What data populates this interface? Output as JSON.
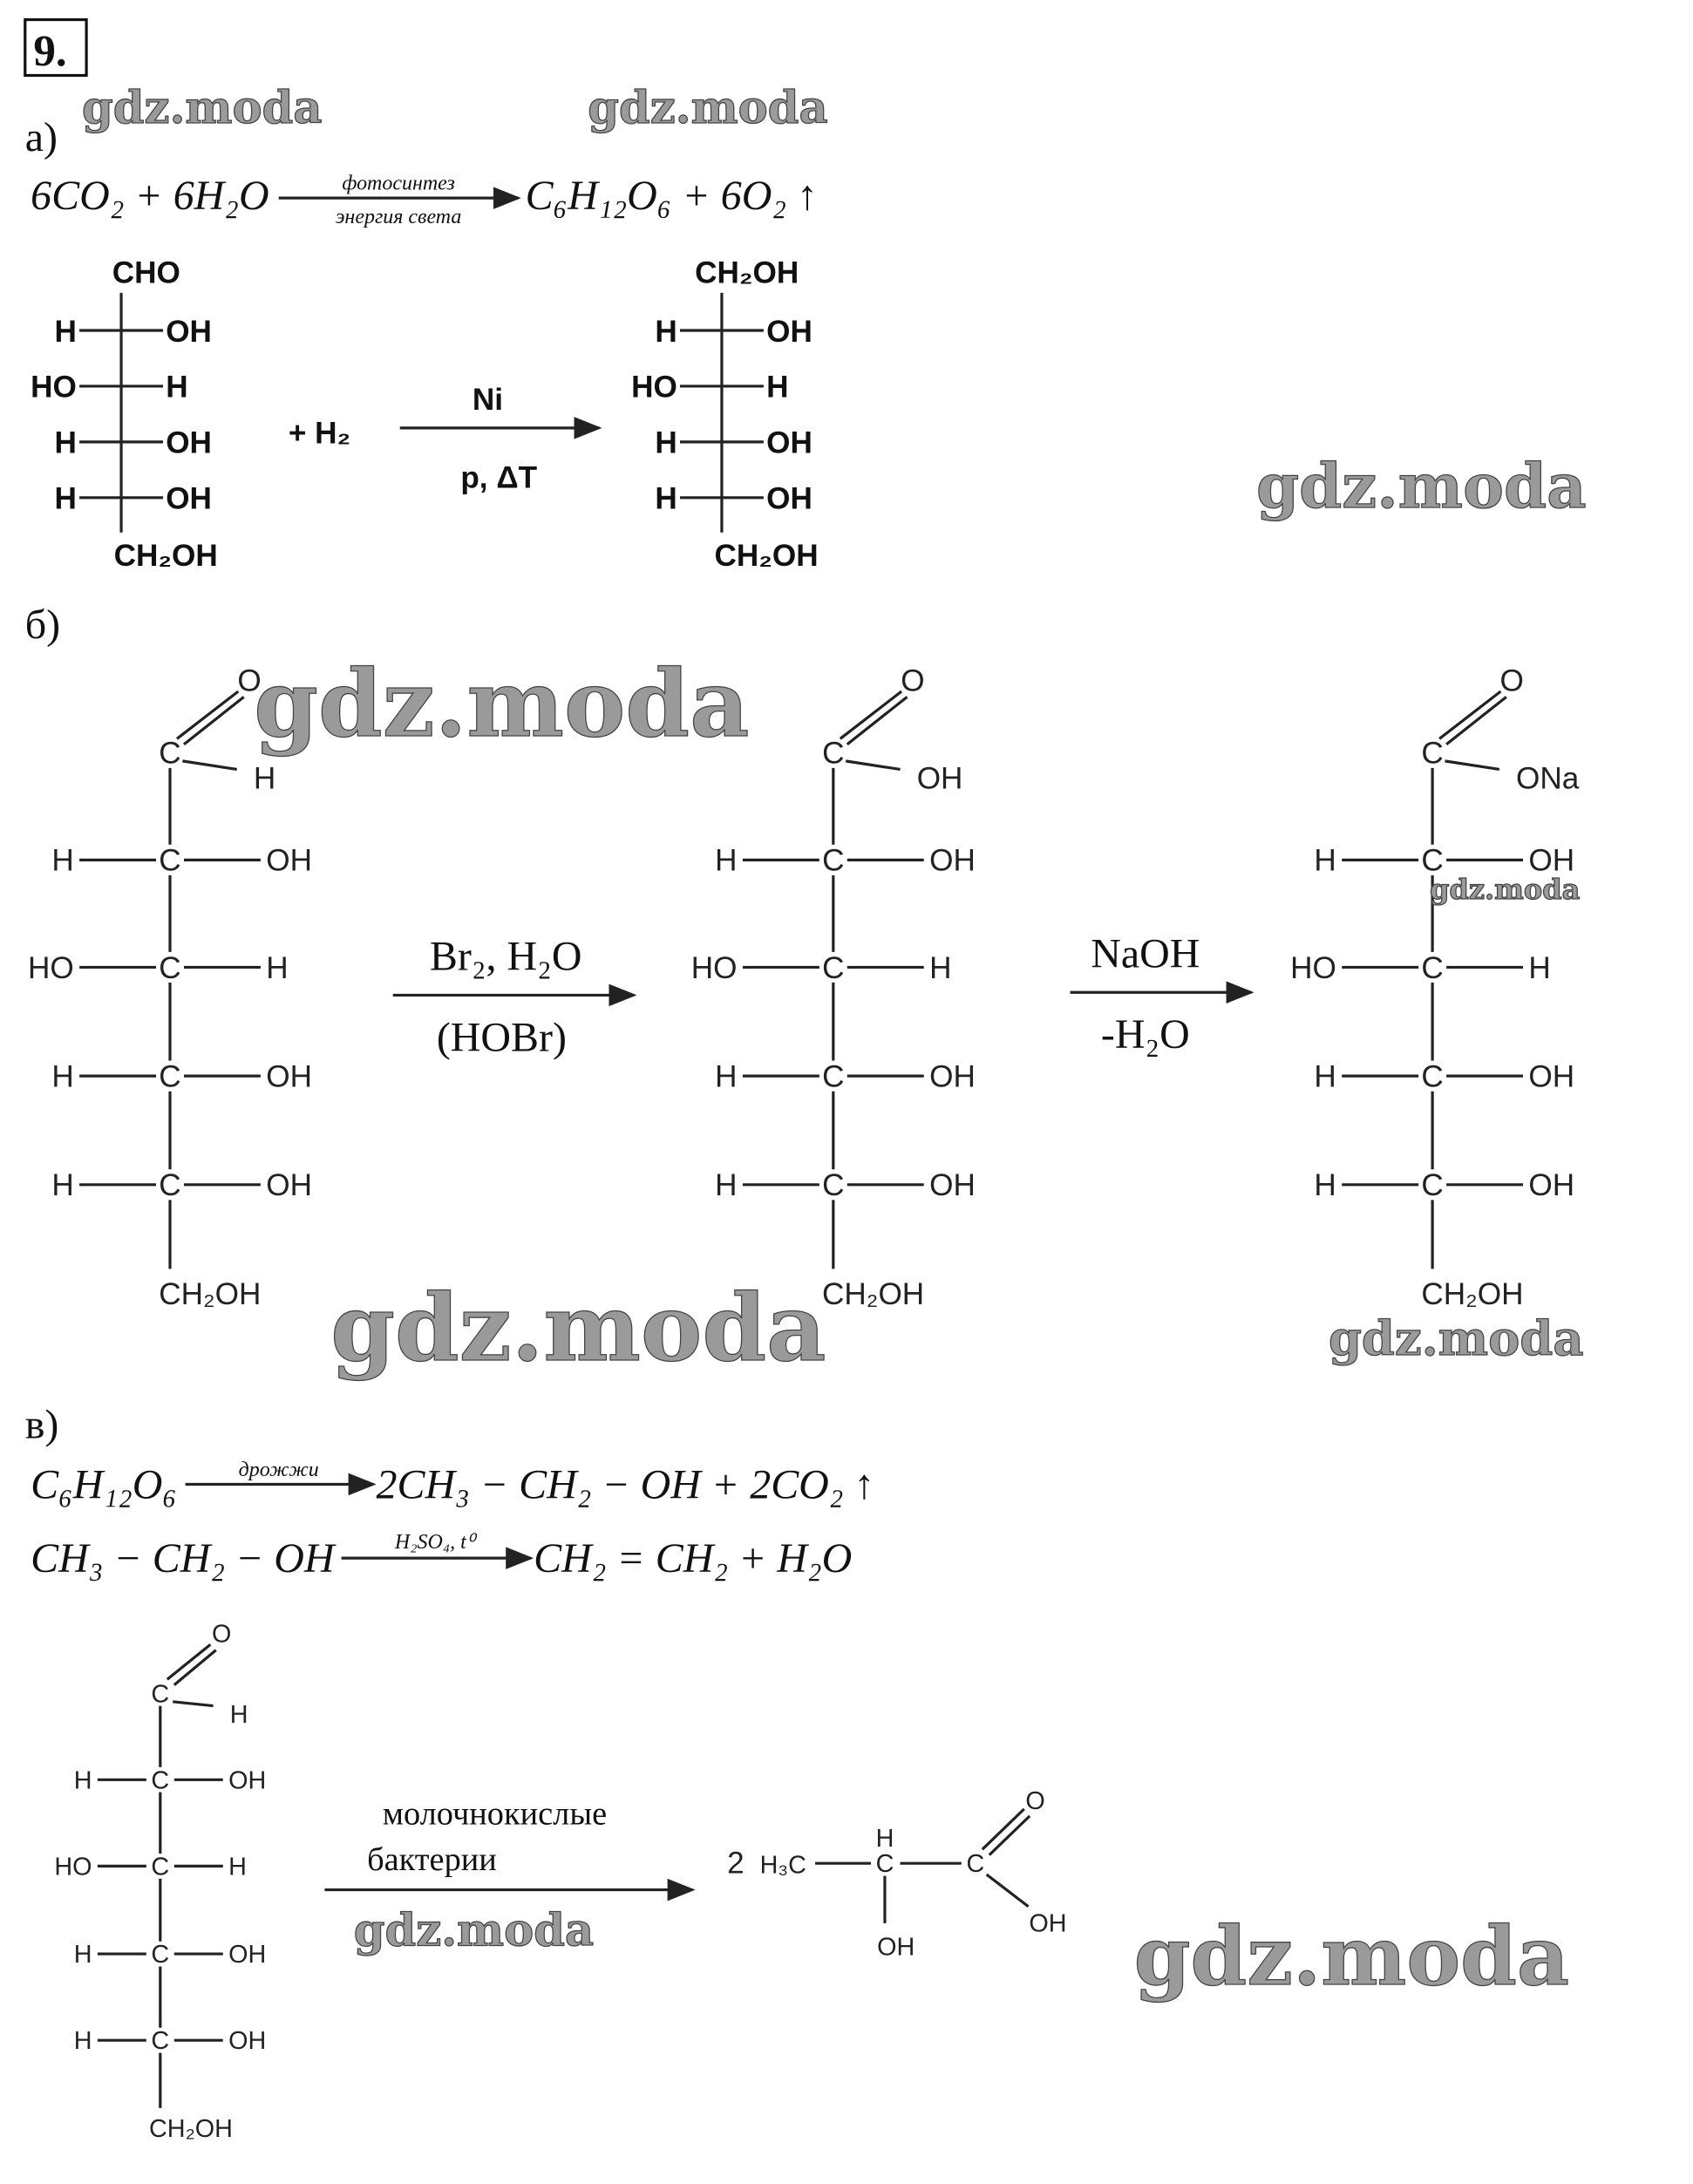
{
  "problem_number": "9.",
  "watermark": "gdz.moda",
  "sections": {
    "a": "а)",
    "b": "б)",
    "c": "в)"
  },
  "part_a": {
    "photosynthesis": {
      "left": "6CO₂ + 6H₂O",
      "above": "фотосинтез",
      "below": "энергия света",
      "right": "C₆H₁₂O₆ + 6O₂ ↑"
    },
    "hydrogenation": {
      "reactant": {
        "top": "CHO",
        "rows": [
          [
            "H",
            "OH"
          ],
          [
            "HO",
            "H"
          ],
          [
            "H",
            "OH"
          ],
          [
            "H",
            "OH"
          ]
        ],
        "bottom": "CH₂OH"
      },
      "reagent": "+ H₂",
      "arrow_above": "Ni",
      "arrow_below": "p, ΔT",
      "product": {
        "top": "CH₂OH",
        "rows": [
          [
            "H",
            "OH"
          ],
          [
            "HO",
            "H"
          ],
          [
            "H",
            "OH"
          ],
          [
            "H",
            "OH"
          ]
        ],
        "bottom": "CH₂OH"
      }
    }
  },
  "part_b": {
    "structures": [
      {
        "head": {
          "c": "C",
          "o": "O",
          "sub": "H"
        },
        "rows": [
          [
            "H",
            "OH"
          ],
          [
            "HO",
            "H"
          ],
          [
            "H",
            "OH"
          ],
          [
            "H",
            "OH"
          ]
        ],
        "bottom": "CH₂OH"
      },
      {
        "head": {
          "c": "C",
          "o": "O",
          "sub": "OH"
        },
        "rows": [
          [
            "H",
            "OH"
          ],
          [
            "HO",
            "H"
          ],
          [
            "H",
            "OH"
          ],
          [
            "H",
            "OH"
          ]
        ],
        "bottom": "CH₂OH"
      },
      {
        "head": {
          "c": "C",
          "o": "O",
          "sub": "ONa"
        },
        "rows": [
          [
            "H",
            "OH"
          ],
          [
            "HO",
            "H"
          ],
          [
            "H",
            "OH"
          ],
          [
            "H",
            "OH"
          ]
        ],
        "bottom": "CH₂OH"
      }
    ],
    "arrow1": {
      "above": "Br₂, H₂O",
      "below": "(HOBr)"
    },
    "arrow2": {
      "above": "NaOH",
      "below": "-H₂O"
    }
  },
  "part_c": {
    "fermentation": {
      "left": "C₆H₁₂O₆",
      "above": "дрожжи",
      "right": "2CH₃ − CH₂ − OH + 2CO₂ ↑"
    },
    "dehydration": {
      "left": "CH₃ − CH₂ − OH",
      "above": "H₂SO₄, t⁰",
      "right": "CH₂ = CH₂ + H₂O"
    },
    "glucose": {
      "head": {
        "c": "C",
        "o": "O",
        "sub": "H"
      },
      "rows": [
        [
          "H",
          "OH"
        ],
        [
          "HO",
          "H"
        ],
        [
          "H",
          "OH"
        ],
        [
          "H",
          "OH"
        ]
      ],
      "bottom": "CH₂OH"
    },
    "arrow": {
      "above1": "молочнокислые",
      "above2": "бактерии"
    },
    "lactic_acid": {
      "coef": "2",
      "methyl": "H₃C",
      "h": "H",
      "c1": "C",
      "c2": "C",
      "o": "O",
      "oh_bottom": "OH",
      "oh_acid": "OH"
    }
  }
}
